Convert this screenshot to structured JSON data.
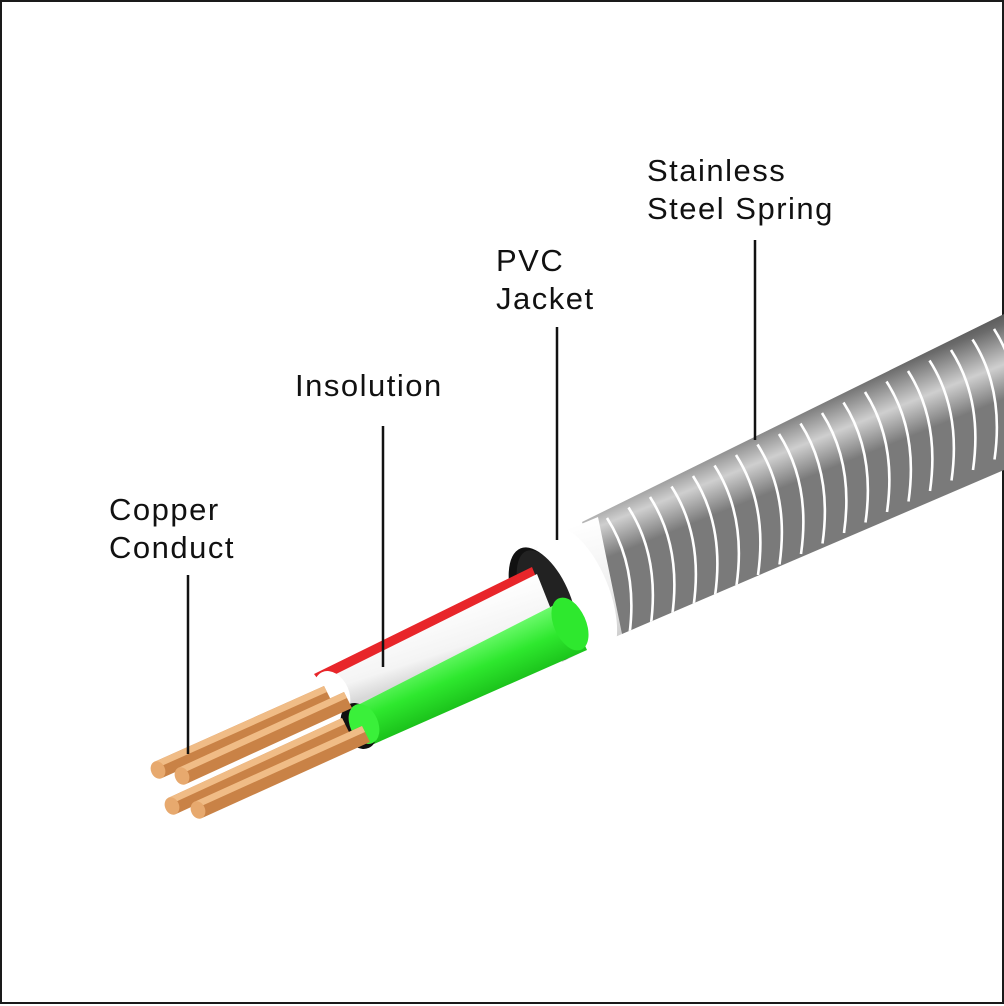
{
  "labels": {
    "stainless": {
      "line1": "Stainless",
      "line2": "Steel Spring"
    },
    "pvc": {
      "line1": "PVC",
      "line2": "Jacket"
    },
    "insolution": {
      "line1": "Insolution"
    },
    "copper": {
      "line1": "Copper",
      "line2": "Conduct"
    }
  },
  "colors": {
    "frame": "#1a1a1a",
    "spring_dark": "#3a3a3a",
    "spring_light": "#c8c8c8",
    "spring_coil": "#ffffff",
    "jacket": "#f2f2f2",
    "wire_red": "#e8262a",
    "wire_white": "#ffffff",
    "wire_green": "#22dd22",
    "copper": "#d08a4a",
    "leader_line": "#111111"
  }
}
